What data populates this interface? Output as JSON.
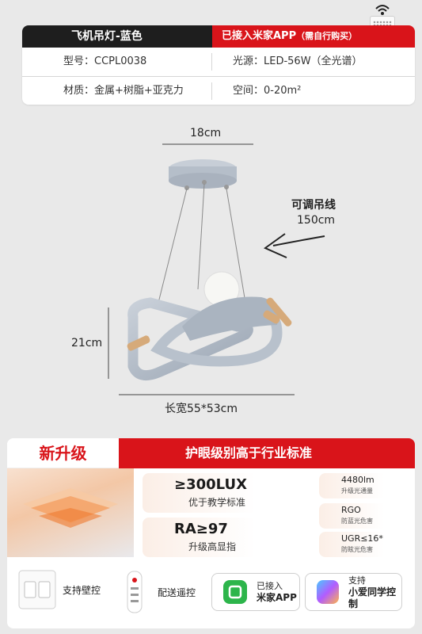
{
  "spec": {
    "product_name": "飞机吊灯-蓝色",
    "app_note": "已接入米家APP",
    "app_note_small": "（需自行购买）",
    "model": "型号：CCPL0038",
    "light_source": "光源：LED-56W（全光谱）",
    "material": "材质：金属+树脂+亚克力",
    "space": "空间：0-20m²"
  },
  "dimensions": {
    "top_width": "18cm",
    "cable_label": "可调吊线",
    "cable_length": "150cm",
    "height": "21cm",
    "length_width": "长宽55*53cm"
  },
  "upgrade": {
    "title": "新升级",
    "banner": "护眼级别高于行业标准",
    "stat1_value": "≥300LUX",
    "stat1_desc": "优于教学标准",
    "stat2_value": "RA≥97",
    "stat2_desc": "升级高显指",
    "tag1_value": "4480lm",
    "tag1_desc": "升级光通量",
    "tag2_value": "RGO",
    "tag2_desc": "防蓝光危害",
    "tag3_value": "UGR≤16*",
    "tag3_desc": "防眩光危害",
    "wall_control": "支持壁控",
    "remote_control": "配送遥控",
    "mijia_line1": "已接入",
    "mijia_line2": "米家APP",
    "xiaoai_line1": "支持",
    "xiaoai_line2": "小爱同学控制"
  },
  "colors": {
    "brand_red": "#d9141a",
    "dark": "#1e1e1e",
    "lamp_blue_gray": "#b6c0cc"
  }
}
